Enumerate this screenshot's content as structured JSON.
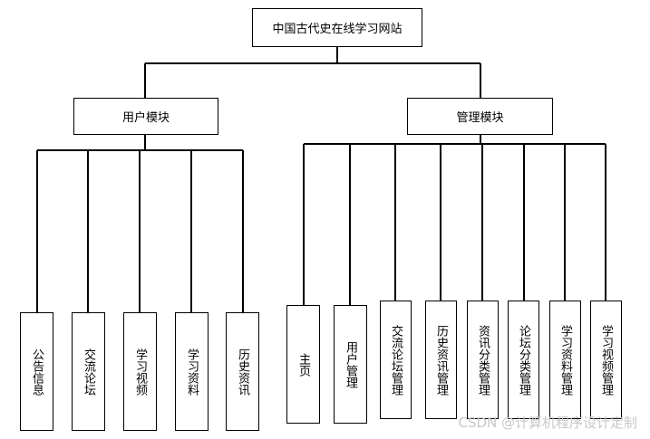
{
  "root": "中国古代史在线学习网站",
  "branches": [
    {
      "label": "用户模块",
      "children": [
        "公告信息",
        "交流论坛",
        "学习视频",
        "学习资料",
        "历史资讯"
      ]
    },
    {
      "label": "管理模块",
      "children": [
        "主页",
        "用户管理",
        "交流论坛管理",
        "历史资讯管理",
        "资讯分类管理",
        "论坛分类管理",
        "学习资料管理",
        "学习视频管理"
      ]
    }
  ],
  "watermark": "CSDN @计算机程序设计定制"
}
